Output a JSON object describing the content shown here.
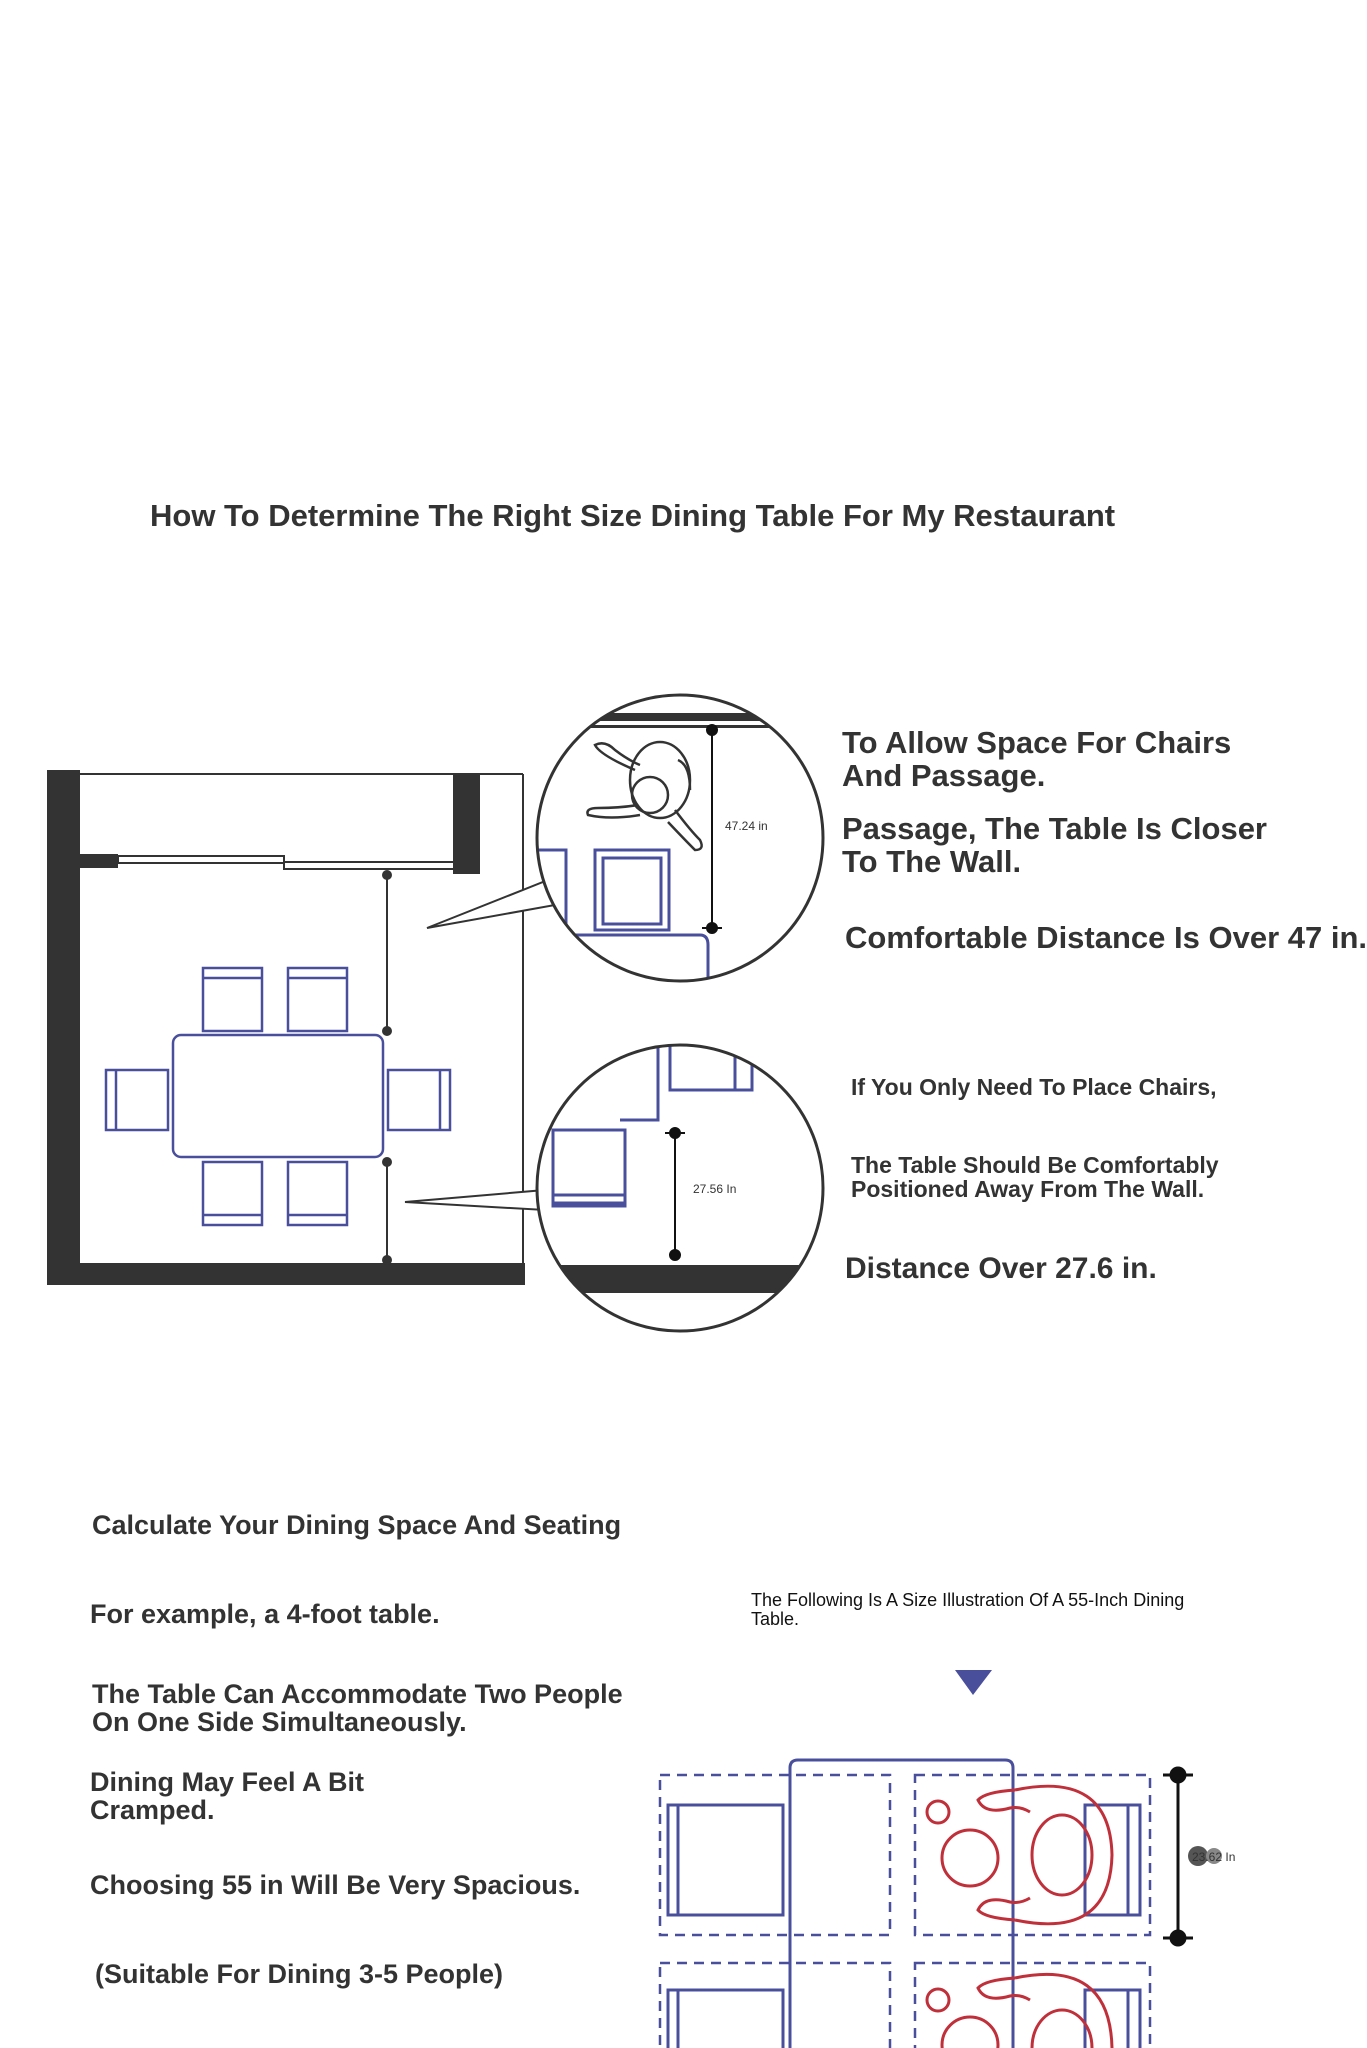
{
  "title": "How To Determine The Right Size Dining Table For My Restaurant",
  "section1": {
    "notes": [
      "To Allow Space For Chairs And Passage.",
      "Passage, The Table Is Closer To The Wall.",
      "Comfortable Distance Is Over 47 in."
    ],
    "dimension_label": "47.24 in"
  },
  "section2": {
    "notes": [
      "If You Only Need To Place Chairs,",
      "The Table Should Be Comfortably Positioned Away From The Wall.",
      "Distance Over 27.6 in."
    ],
    "dimension_label": "27.56 In"
  },
  "calculation": {
    "heading": "Calculate Your Dining Space And Seating",
    "lines": [
      "For example, a 4-foot table.",
      "The Table Can Accommodate Two People On One Side Simultaneously.",
      "Dining May Feel A Bit Cramped.",
      "Choosing 55 in Will Be Very Spacious.",
      "(Suitable For Dining 3-5 People)"
    ]
  },
  "illustration": {
    "caption": "The Following Is A Size Illustration Of A 55-Inch Dining Table.",
    "dimension_label": "23.62 In"
  },
  "colors": {
    "furniture": "#4a4f9c",
    "person": "#c0303a",
    "wall": "#333333",
    "text": "#333333"
  }
}
